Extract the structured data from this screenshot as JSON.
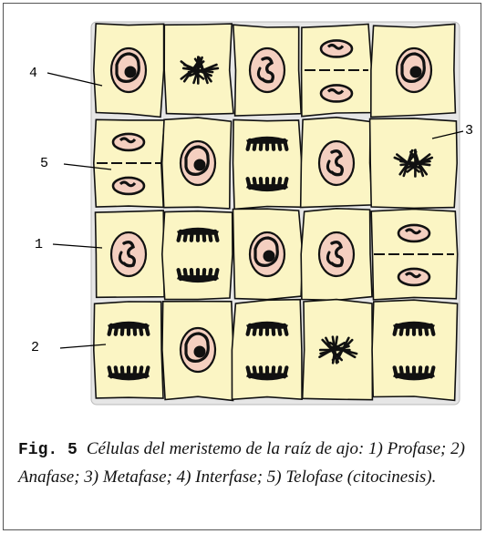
{
  "callouts": [
    {
      "id": "4",
      "label": "4"
    },
    {
      "id": "5",
      "label": "5"
    },
    {
      "id": "1",
      "label": "1"
    },
    {
      "id": "2",
      "label": "2"
    },
    {
      "id": "3",
      "label": "3"
    }
  ],
  "caption": {
    "fig_label": "Fig. 5",
    "text": "Células del meristemo de la raíz de ajo: 1) Profase; 2) Anafase; 3) Metafase; 4) Interfase; 5) Telofase (citocinesis)."
  },
  "colors": {
    "cell_fill": "#fbf5c4",
    "nucleus_fill": "#f4cfc0",
    "chromosome": "#111111",
    "tissue_background": "#e6e6e6"
  },
  "grid": {
    "rows": [
      [
        "interphase",
        "metaphase",
        "prophase",
        "telophase",
        "interphase"
      ],
      [
        "telophase",
        "interphase",
        "anaphase",
        "prophase",
        "metaphase"
      ],
      [
        "prophase",
        "anaphase",
        "interphase",
        "prophase",
        "telophase"
      ],
      [
        "anaphase",
        "interphase",
        "anaphase",
        "metaphase",
        "anaphase"
      ]
    ]
  }
}
